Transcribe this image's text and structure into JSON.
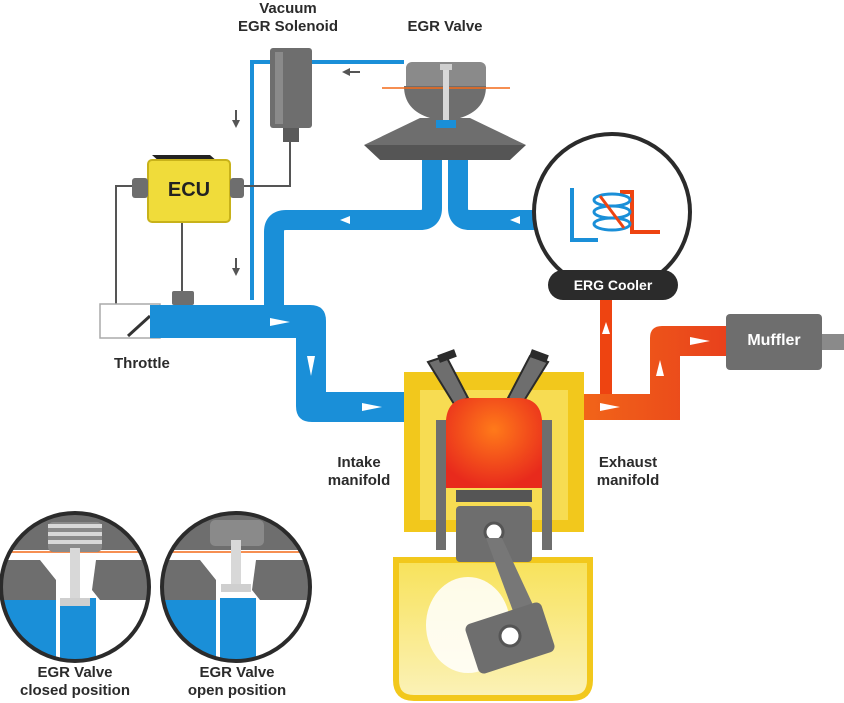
{
  "labels": {
    "vacuum_solenoid": [
      "Vacuum",
      "EGR Solenoid"
    ],
    "egr_valve": "EGR Valve",
    "ecu": "ECU",
    "cooler": "ERG Cooler",
    "throttle": "Throttle",
    "muffler": "Muffler",
    "intake": [
      "Intake",
      "manifold"
    ],
    "exhaust": [
      "Exhaust",
      "manifold"
    ],
    "closed": [
      "EGR Valve",
      "closed position"
    ],
    "open": [
      "EGR Valve",
      "open position"
    ]
  },
  "colors": {
    "intake_blue": "#1a8fd8",
    "exhaust_red": "#ee4411",
    "engine_yellow": "#f2c81c",
    "metal_gray": "#6e6e6e",
    "ecu_yellow": "#f0dc3a",
    "dark": "#2b2b2b"
  }
}
